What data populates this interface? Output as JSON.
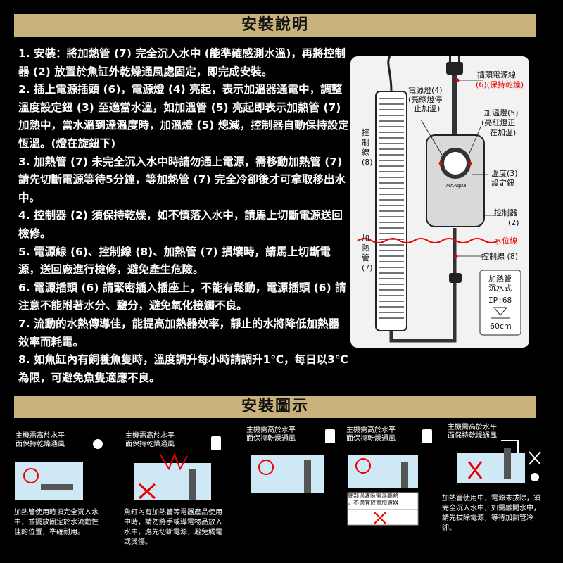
{
  "install_title": "安裝說明",
  "diagram_title": "安裝圖示",
  "steps": [
    "1. 安裝：將加熱管 (7) 完全沉入水中 (能準確感測水溫)，再將控制器 (2) 放置於魚缸外乾燥通風處固定，即完成安裝。",
    "2. 插上電源插頭 (6)，電源燈 (4) 亮起，表示加溫器通電中，調整溫度設定鈕 (3) 至適當水溫，如加溫管 (5) 亮起即表示加熱管 (7) 加熱中，當水溫到達溫度時，加溫燈 (5) 熄滅，控制器自動保持設定恆溫。(燈在旋鈕下)",
    "3. 加熱管 (7) 未完全沉入水中時請勿通上電源，需移動加熱管 (7) 請先切斷電源等待5分鐘，等加熱管 (7) 完全冷卻後才可拿取移出水中。",
    "4. 控制器 (2) 須保持乾燥，如不慎落入水中，請馬上切斷電源送回檢修。",
    "5. 電源線 (6)、控制線 (8)、加熱管 (7) 損壞時，請馬上切斷電源，送回廠進行檢修，避免產生危險。",
    "6. 電源插頭 (6) 請緊密插入插座上，不能有鬆動，電源插頭 (6) 請注意不能附著水分、鹽分，避免氧化接觸不良。",
    "7. 流動的水熱傳導佳，能提高加熱器效率，靜止的水將降低加熱器效率而耗電。",
    "8. 如魚缸內有飼養魚隻時，溫度調升每小時請調升1℃，每日以3℃為限，可避免魚隻適應不良。"
  ],
  "diagram_labels": {
    "plug_line": "插頭電源線",
    "plug_line_note": "(6)(保持乾燥)",
    "power_lamp": "電源燈(4)",
    "power_lamp_note": "(亮綠燈停",
    "power_lamp_note2": "止加溫)",
    "heat_lamp": "加溫燈(5)",
    "heat_lamp_note": "(亮紅燈正",
    "heat_lamp_note2": "在加溫)",
    "temp_knob": "溫度(3)",
    "temp_knob2": "設定鈕",
    "controller": "控制器",
    "controller_num": "(2)",
    "water_level": "水位線",
    "control_line": "控制線 (8)",
    "control_line_vertical": "控制線(8)",
    "heater_vertical": "加熱管(7)",
    "heater_type": "加熱管",
    "heater_type2": "沉水式",
    "ip_rating": "IP:68",
    "depth": "60cm",
    "brand": "Mr.Aqua"
  },
  "panels": [
    {
      "caption": "主機需高於水平\n面保持乾燥通風",
      "desc": "加熱管使用時須完全沉入水中，並擺放固定於水流動性佳的位置，準確耐用。"
    },
    {
      "caption": "主機需高於水平\n面保持乾燥通風",
      "desc": "魚缸內有加熱管等電器產品使用中時，請勿將手或導電物品放入水中，應先切斷電源，避免觸電或燙傷。"
    },
    {
      "caption": "主機需高於水平\n面保持乾燥通風",
      "desc": ""
    },
    {
      "caption": "主機需高於水平\n面保持乾燥通風",
      "note": "底部過濾區需濕高熱\n，不適宜放置加濾器",
      "desc": ""
    },
    {
      "caption": "主機需高於水平\n面保持乾燥通風",
      "desc": "加熱管使用中，電源未拔除，須完全沉入水中，如需離開水中，請先拔除電源，等待加熱管冷卻。"
    }
  ],
  "colors": {
    "banner": "#c9b27c",
    "warning": "#e00000",
    "water": "#cfe8f5"
  }
}
